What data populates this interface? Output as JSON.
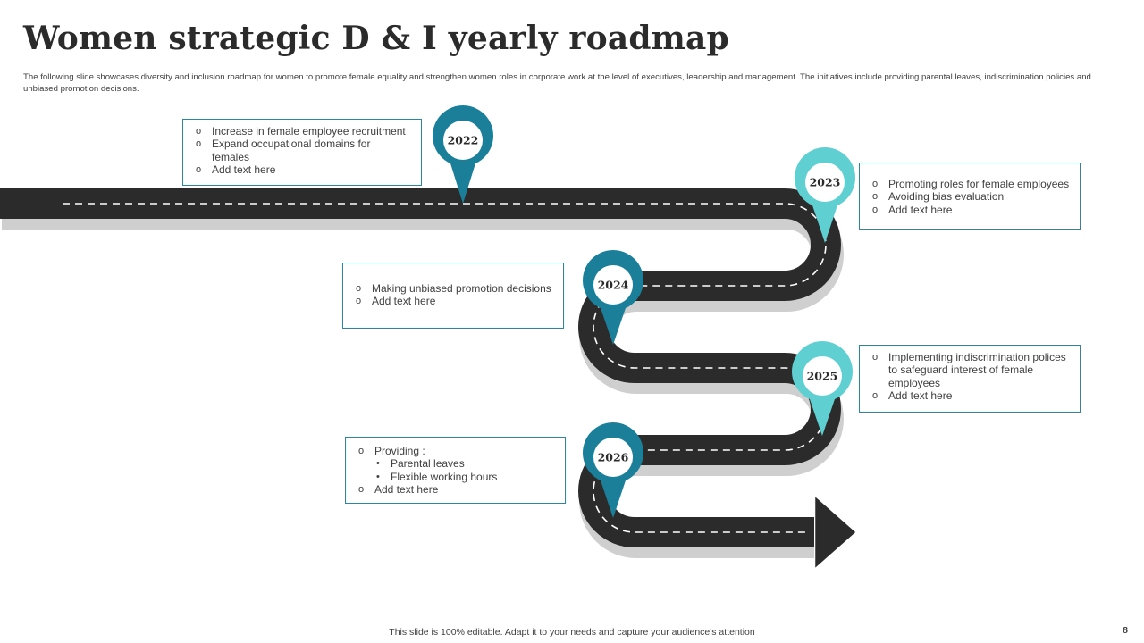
{
  "title": "Women strategic D & I yearly roadmap",
  "description": "The following slide showcases diversity and inclusion roadmap for women to promote female equality and strengthen women roles in corporate work at the level of executives, leadership and management. The initiatives include providing parental leaves, indiscrimination policies and unbiased promotion decisions.",
  "colors": {
    "dark_teal": "#1b7f9a",
    "light_teal": "#5fcfd2",
    "road": "#2b2b2b",
    "box_border": "#2a86a4"
  },
  "milestones": [
    {
      "year": "2022",
      "items": [
        "Increase in female employee recruitment",
        "Expand occupational domains for females",
        "Add text here"
      ]
    },
    {
      "year": "2023",
      "items": [
        "Promoting roles for female employees",
        "Avoiding bias evaluation",
        "Add text here"
      ]
    },
    {
      "year": "2024",
      "items": [
        "Making unbiased promotion decisions",
        "Add text here"
      ]
    },
    {
      "year": "2025",
      "items": [
        "Implementing indiscrimination polices to safeguard interest of female employees",
        "Add text here"
      ]
    },
    {
      "year": "2026",
      "items": [
        "Providing :",
        "Add text here"
      ],
      "subitems": [
        "Parental leaves",
        "Flexible working hours"
      ]
    }
  ],
  "footer": "This slide is 100% editable. Adapt it to your needs and capture your audience's attention",
  "page_number": "8"
}
